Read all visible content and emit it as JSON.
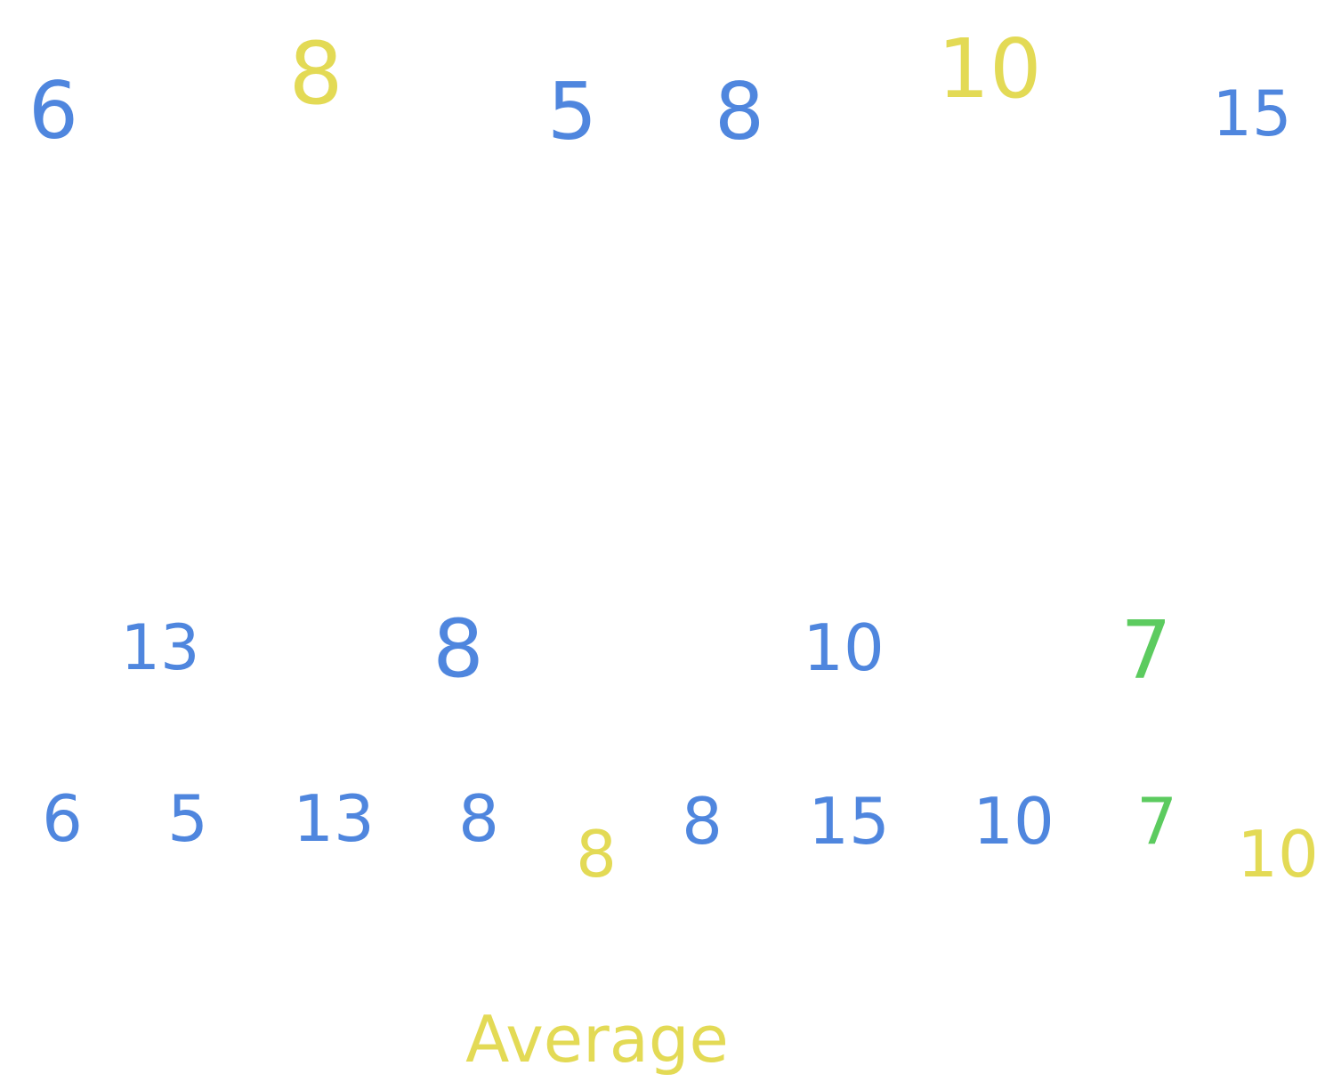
{
  "top_row": [
    "6",
    "8",
    "5",
    "8",
    "10",
    "15"
  ],
  "middle_row": [
    "13",
    "8",
    "10",
    "7"
  ],
  "bottom_row": [
    "6",
    "5",
    "13",
    "8",
    "8",
    "8",
    "15",
    "10",
    "7",
    "10"
  ],
  "footer": {
    "label": "Average"
  },
  "colors": {
    "blue": "#4f86de",
    "yellow": "#e3da55",
    "green": "#5ccb5f"
  }
}
